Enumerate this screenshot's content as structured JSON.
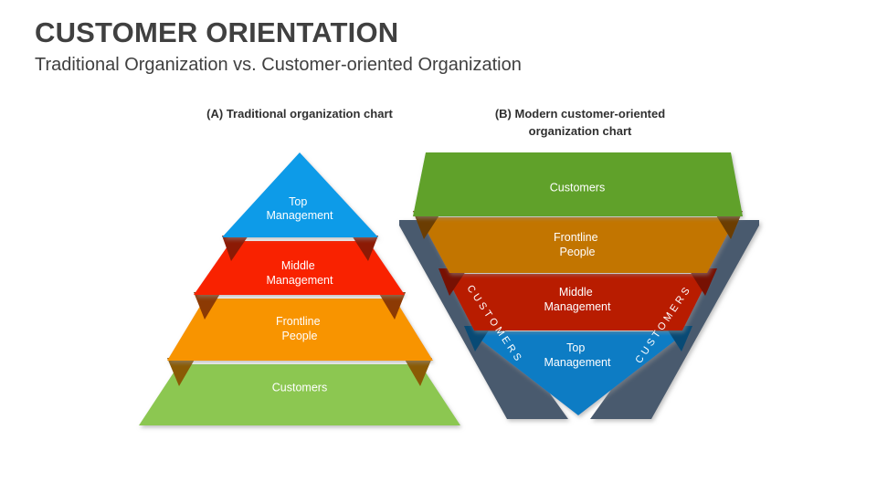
{
  "slide": {
    "title": "CUSTOMER ORIENTATION",
    "subtitle": "Traditional Organization vs. Customer-oriented Organization",
    "background_color": "#ffffff",
    "text_color": "#404040"
  },
  "charts": [
    {
      "id": "traditional",
      "heading": "(A) Traditional organization chart",
      "shape": "pyramid",
      "levels": [
        {
          "label": "Top Management",
          "line1": "Top",
          "line2": "Management",
          "color": "#0f9be8",
          "shade": "#0a6a9e"
        },
        {
          "label": "Middle Management",
          "line1": "Middle",
          "line2": "Management",
          "color": "#f92205",
          "shade": "#8c1a05"
        },
        {
          "label": "Frontline People",
          "line1": "Frontline",
          "line2": "People",
          "color": "#f89406",
          "shade": "#8a5205"
        },
        {
          "label": "Customers",
          "line1": "Customers",
          "line2": "",
          "color": "#8cc751",
          "shade": "#5a7f33"
        }
      ]
    },
    {
      "id": "modern",
      "heading": "(B) Modern customer-oriented organization chart",
      "heading_line1": "(B) Modern customer-oriented",
      "heading_line2": "organization chart",
      "shape": "inverted-pyramid",
      "levels": [
        {
          "label": "Customers",
          "line1": "Customers",
          "line2": "",
          "color": "#60a12b",
          "shade": "#3f6b1c"
        },
        {
          "label": "Frontline People",
          "line1": "Frontline",
          "line2": "People",
          "color": "#c27503",
          "shade": "#7d4a02"
        },
        {
          "label": "Middle Management",
          "line1": "Middle",
          "line2": "Management",
          "color": "#b81a05",
          "shade": "#771103"
        },
        {
          "label": "Top Management",
          "line1": "Top",
          "line2": "Management",
          "color": "#0d7cc4",
          "shade": "#095party"
        }
      ],
      "arms": [
        {
          "side": "left",
          "label": "CUSTOMERS",
          "color": "#4a5a6e"
        },
        {
          "side": "right",
          "label": "CUSTOMERS",
          "color": "#4a5a6e"
        }
      ]
    }
  ],
  "chart_data": {
    "type": "diagram",
    "title": "CUSTOMER ORIENTATION",
    "subtitle": "Traditional Organization vs. Customer-oriented Organization",
    "panels": [
      {
        "name": "(A) Traditional organization chart",
        "orientation": "pyramid-apex-up",
        "levels_top_to_bottom": [
          "Top Management",
          "Middle Management",
          "Frontline People",
          "Customers"
        ],
        "colors_top_to_bottom": [
          "#0f9be8",
          "#f92205",
          "#f89406",
          "#8cc751"
        ]
      },
      {
        "name": "(B) Modern customer-oriented organization chart",
        "orientation": "pyramid-apex-down",
        "levels_top_to_bottom": [
          "Customers",
          "Frontline People",
          "Middle Management",
          "Top Management"
        ],
        "colors_top_to_bottom": [
          "#60a12b",
          "#c27503",
          "#b81a05",
          "#0d7cc4"
        ],
        "side_banners": [
          "CUSTOMERS",
          "CUSTOMERS"
        ],
        "side_banner_color": "#4a5a6e"
      }
    ]
  }
}
